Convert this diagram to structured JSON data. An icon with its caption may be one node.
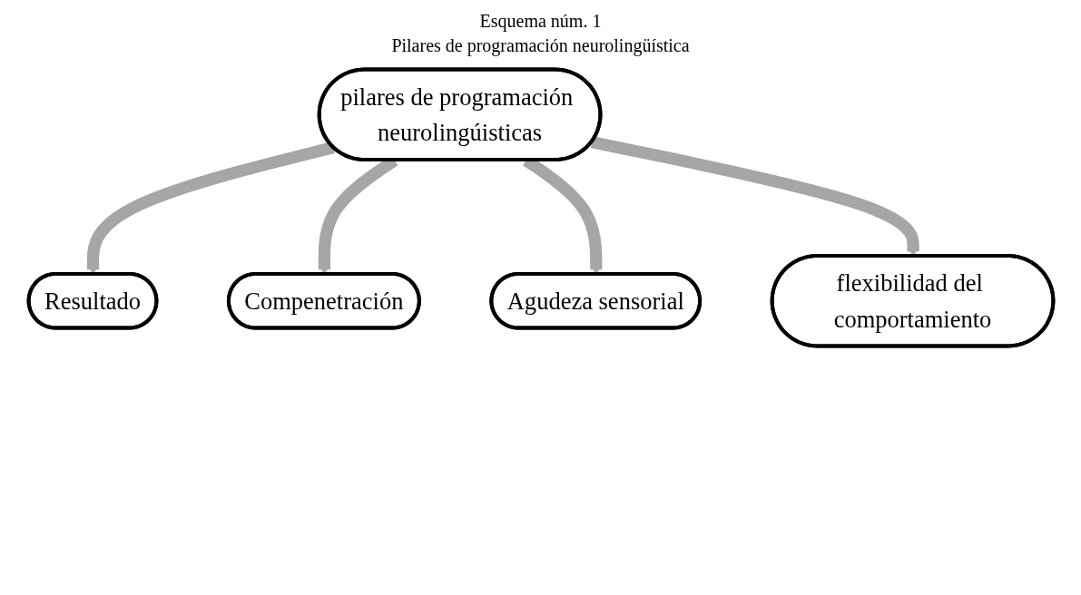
{
  "diagram": {
    "title": "Esquema núm. 1",
    "nodes": [
      {
        "text": [
          "Resultado"
        ]
      },
      {
        "text": [
          "Compenetración"
        ]
      },
      {
        "text": [
          "pilares de programación neurolingúisticas"
        ]
      },
      {
        "text": [
          "Agudeza sensorial"
        ]
      },
      {
        "text": [
          "flexibilidad del comportamiento"
        ]
      }
    ],
    "edges": [
      {
        "from": 2,
        "to": 0,
        "arrow": "to"
      },
      {
        "from": 2,
        "to": 1,
        "arrow": "to"
      },
      {
        "from": 2,
        "to": 3,
        "arrow": "to"
      },
      {
        "from": 2,
        "to": 4,
        "arrow": "to"
      }
    ],
    "labels": [
      "Pilares de programación neurolingüística"
    ]
  }
}
